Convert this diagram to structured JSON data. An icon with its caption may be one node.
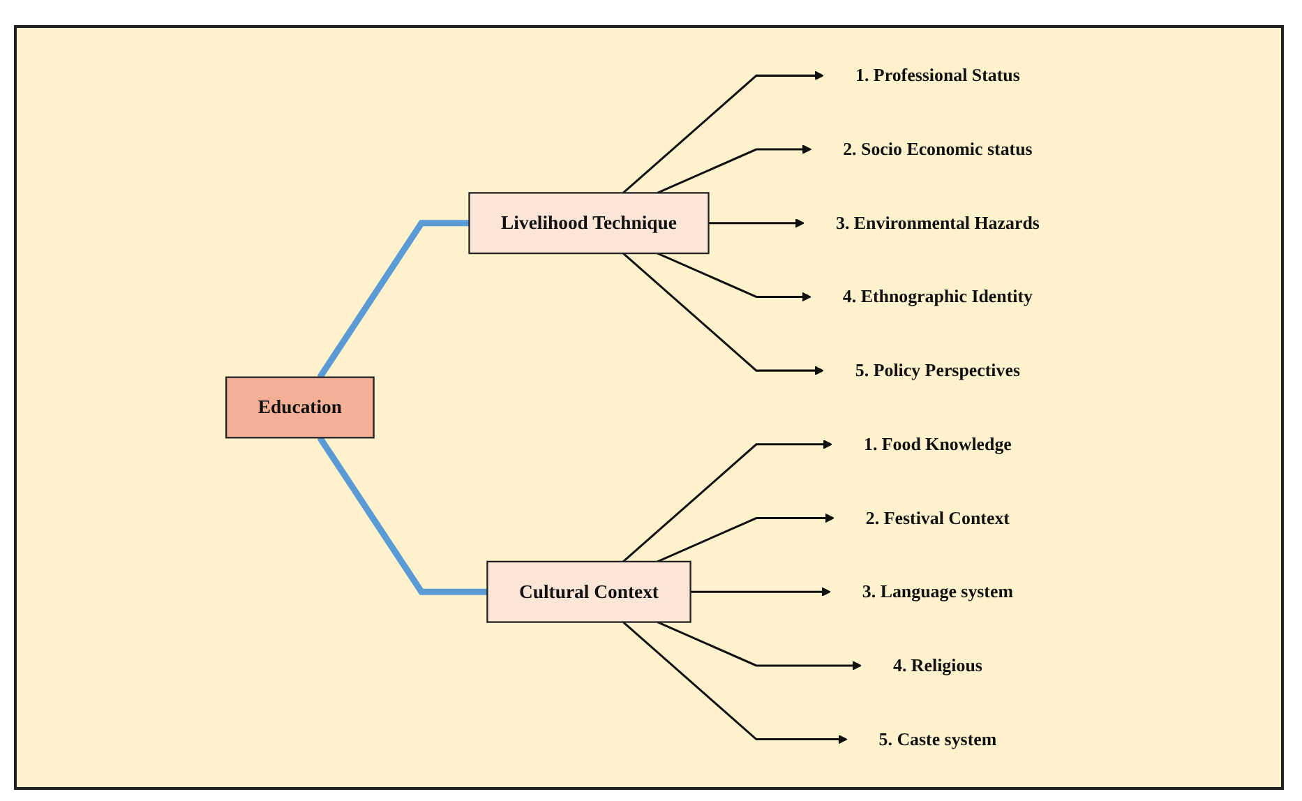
{
  "diagram": {
    "nodes": [
      {
        "text": [
          "Education"
        ]
      },
      {
        "text": [
          "Livelihood Technique"
        ]
      },
      {
        "text": [
          "1. Professional Status"
        ]
      },
      {
        "text": [
          "2. Socio Economic status"
        ]
      },
      {
        "text": [
          "3. Environmental Hazards"
        ]
      },
      {
        "text": [
          "4. Ethnographic Identity"
        ]
      },
      {
        "text": [
          "5. Policy Perspectives"
        ]
      },
      {
        "text": [
          "Cultural Context"
        ]
      },
      {
        "text": [
          "1. Food Knowledge"
        ]
      },
      {
        "text": [
          "2. Festival Context"
        ]
      },
      {
        "text": [
          "3. Language system"
        ]
      },
      {
        "text": [
          "4. Religious"
        ]
      },
      {
        "text": [
          "5. Caste system"
        ]
      }
    ],
    "edges": [
      {
        "from": 0,
        "to": 1,
        "arrow": "none",
        "style": "thick",
        "color": "#5b9bd5"
      },
      {
        "from": 0,
        "to": 7,
        "arrow": "none",
        "style": "thick",
        "color": "#5b9bd5"
      },
      {
        "from": 1,
        "to": 2,
        "arrow": "to"
      },
      {
        "from": 1,
        "to": 3,
        "arrow": "to"
      },
      {
        "from": 1,
        "to": 4,
        "arrow": "to"
      },
      {
        "from": 1,
        "to": 5,
        "arrow": "to"
      },
      {
        "from": 1,
        "to": 6,
        "arrow": "to"
      },
      {
        "from": 7,
        "to": 8,
        "arrow": "to"
      },
      {
        "from": 7,
        "to": 9,
        "arrow": "to"
      },
      {
        "from": 7,
        "to": 10,
        "arrow": "to"
      },
      {
        "from": 7,
        "to": 11,
        "arrow": "to"
      },
      {
        "from": 7,
        "to": 12,
        "arrow": "to"
      }
    ]
  }
}
